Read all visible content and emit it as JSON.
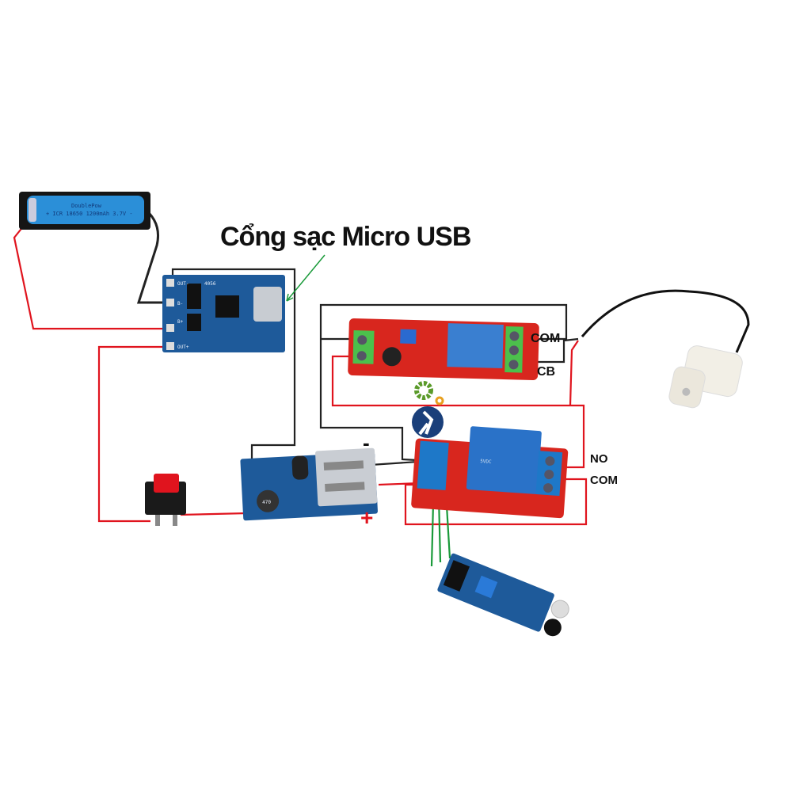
{
  "title": "Cổng sạc Micro USB",
  "battery": {
    "brand": "DoublePow",
    "spec": "+ ICR 18650 1200mAh 3.7V -"
  },
  "charger_board": {
    "pins": [
      "OUT-",
      "B-",
      "B+",
      "OUT+"
    ],
    "chip": "4056"
  },
  "timer_relay": {
    "terminal_com": "COM",
    "terminal_cb": "CB"
  },
  "booster": {
    "minus": "-",
    "plus": "+",
    "inductor": "470"
  },
  "sensor_relay": {
    "terminal_no": "NO",
    "terminal_com": "COM",
    "relay_text": "5VDC"
  },
  "colors": {
    "wire_red": "#e0141e",
    "wire_black": "#222222",
    "wire_green": "#1a9a3a",
    "pcb_blue": "#1e5a9a",
    "pcb_red": "#d8261e"
  }
}
